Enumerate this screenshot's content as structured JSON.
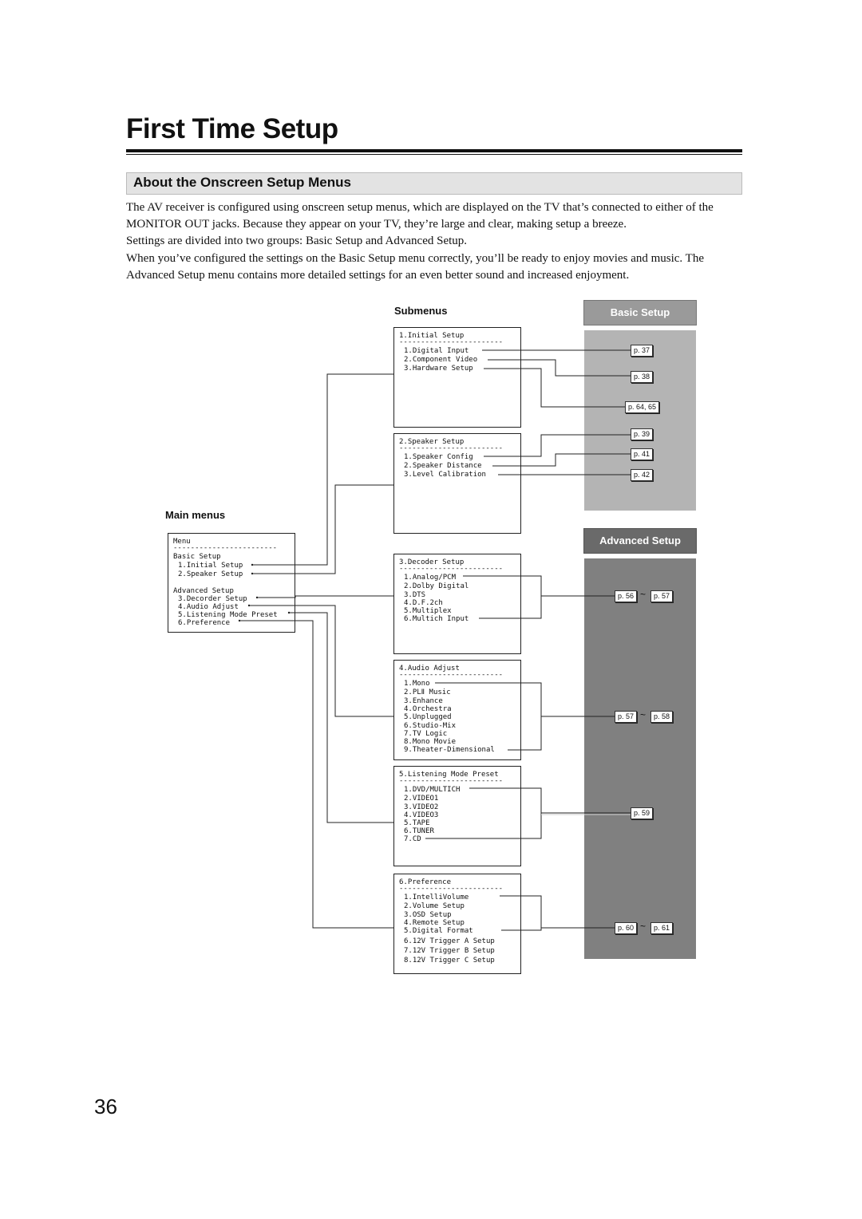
{
  "title": "First Time Setup",
  "section_title": "About the Onscreen Setup Menus",
  "paragraphs": [
    "The AV receiver is configured using onscreen setup menus, which are displayed on the TV that’s connected to either of the MONITOR OUT jacks. Because they appear on your TV, they’re large and clear, making setup a breeze.",
    "Settings are divided into two groups: Basic Setup and Advanced Setup.",
    "When you’ve configured the settings on the Basic Setup menu correctly, you’ll be ready to enjoy movies and music. The Advanced Setup menu contains more detailed settings for an even better sound and increased enjoyment."
  ],
  "diagram": {
    "submenus_label": "Submenus",
    "main_menus_label": "Main menus",
    "basic_setup_label": "Basic Setup",
    "advanced_setup_label": "Advanced Setup",
    "main_menu": {
      "header": "Menu",
      "groups": [
        "Basic Setup",
        "Advanced Setup"
      ],
      "items": [
        "1.Initial Setup",
        "2.Speaker Setup",
        "3.Decorder Setup",
        "4.Audio Adjust",
        "5.Listening Mode Preset",
        "6.Preference"
      ]
    },
    "submenus": [
      {
        "title": "1.Initial Setup",
        "items": [
          "1.Digital Input",
          "2.Component Video",
          "3.Hardware Setup"
        ]
      },
      {
        "title": "2.Speaker Setup",
        "items": [
          "1.Speaker Config",
          "2.Speaker Distance",
          "3.Level Calibration"
        ]
      },
      {
        "title": "3.Decoder Setup",
        "items": [
          "1.Analog/PCM",
          "2.Dolby Digital",
          "3.DTS",
          "4.D.F.2ch",
          "5.Multiplex",
          "6.Multich Input"
        ]
      },
      {
        "title": "4.Audio Adjust",
        "items": [
          "1.Mono",
          "2.PLⅡ Music",
          "3.Enhance",
          "4.Orchestra",
          "5.Unplugged",
          "6.Studio-Mix",
          "7.TV Logic",
          "8.Mono Movie",
          "9.Theater-Dimensional"
        ]
      },
      {
        "title": "5.Listening Mode Preset",
        "items": [
          "1.DVD/MULTICH",
          "2.VIDEO1",
          "3.VIDEO2",
          "4.VIDEO3",
          "5.TAPE",
          "6.TUNER",
          "7.CD"
        ]
      },
      {
        "title": "6.Preference",
        "items": [
          "1.IntelliVolume",
          "2.Volume Setup",
          "3.OSD Setup",
          "4.Remote Setup",
          "5.Digital Format",
          "6.12V Trigger A Setup",
          "7.12V Trigger B Setup",
          "8.12V Trigger C Setup"
        ]
      }
    ],
    "page_refs": {
      "basic": [
        "p. 37",
        "p. 38",
        "p. 64, 65",
        "p. 39",
        "p. 41",
        "p. 42"
      ],
      "advanced": [
        {
          "from": "p. 56",
          "to": "p. 57"
        },
        {
          "from": "p. 57",
          "to": "p. 58"
        },
        {
          "single": "p. 59"
        },
        {
          "from": "p. 60",
          "to": "p. 61"
        }
      ],
      "range_symbol": "~"
    },
    "colors": {
      "basic_panel": "#b4b4b4",
      "advanced_panel": "#808080",
      "basic_header": "#9a9a9a",
      "advanced_header": "#6a6a6a"
    }
  },
  "page_number": "36"
}
